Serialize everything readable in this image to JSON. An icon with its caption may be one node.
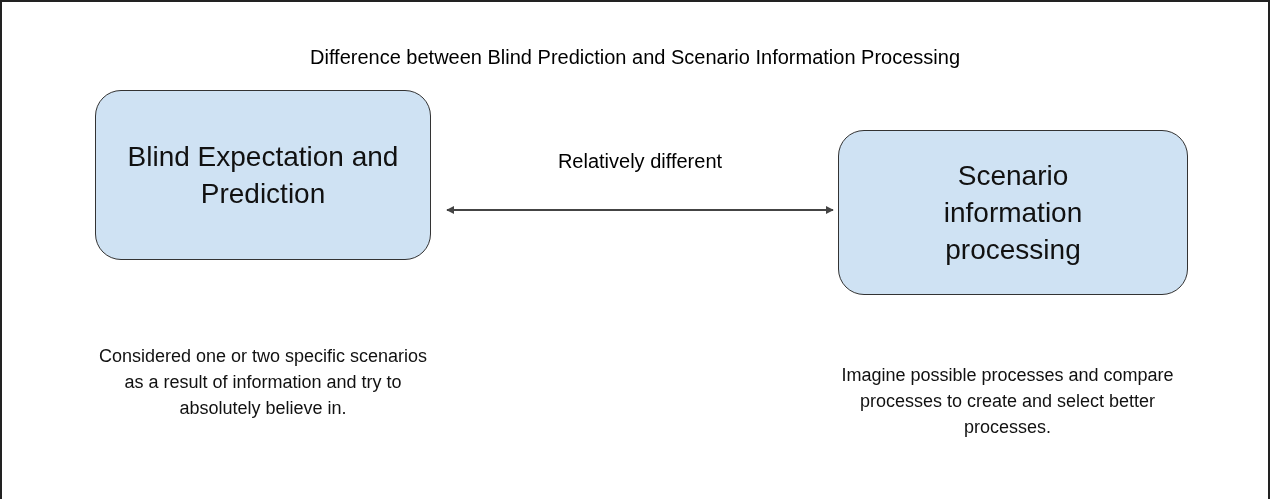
{
  "diagram": {
    "title": "Difference between Blind Prediction and Scenario Information Processing",
    "nodes": [
      {
        "text": [
          "Blind Expectation and Prediction"
        ]
      },
      {
        "text": [
          "Scenario information processing"
        ]
      }
    ],
    "edges": [
      {
        "from": 0,
        "to": 1,
        "arrow": "both",
        "label": "Relatively different"
      }
    ],
    "labels": [
      "Considered one or two specific scenarios as a result of information and try to absolutely believe in.",
      "Imagine possible processes and compare processes to create and select better processes."
    ]
  }
}
